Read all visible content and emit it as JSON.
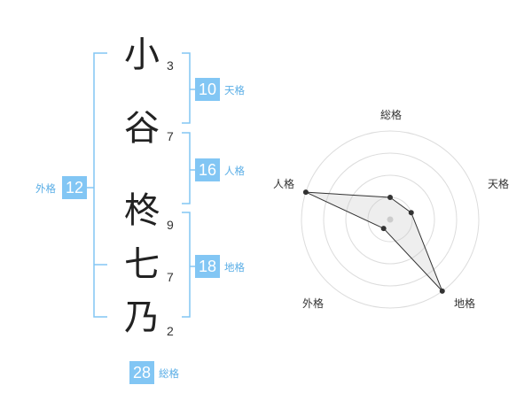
{
  "name": {
    "chars": [
      {
        "char": "小",
        "strokes": "3"
      },
      {
        "char": "谷",
        "strokes": "7"
      },
      {
        "char": "柊",
        "strokes": "9"
      },
      {
        "char": "七",
        "strokes": "7"
      },
      {
        "char": "乃",
        "strokes": "2"
      }
    ]
  },
  "kakusu": {
    "tenkaku": {
      "value": "10",
      "label": "天格"
    },
    "jinkaku": {
      "value": "16",
      "label": "人格"
    },
    "chikaku": {
      "value": "18",
      "label": "地格"
    },
    "gaikaku": {
      "value": "12",
      "label": "外格"
    },
    "soukaku": {
      "value": "28",
      "label": "総格"
    }
  },
  "colors": {
    "accent": "#82c6f4",
    "accent_text": "#5aaee6",
    "bracket": "#82c6f4"
  },
  "chart_data": {
    "type": "radar",
    "axes": [
      "総格",
      "天格",
      "地格",
      "外格",
      "人格"
    ],
    "values": [
      1,
      1,
      4,
      0.5,
      4
    ],
    "range": [
      0,
      4
    ]
  }
}
